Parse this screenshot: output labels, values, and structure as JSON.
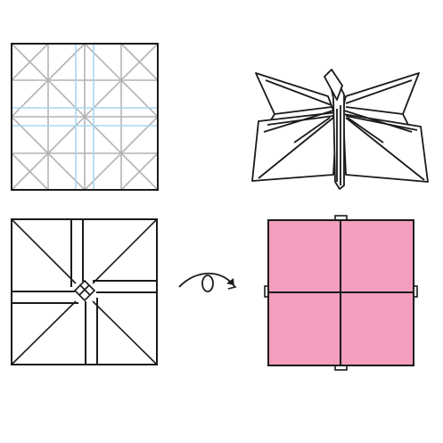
{
  "diagram": {
    "steps": [
      {
        "id": "crease-pattern"
      },
      {
        "id": "collapsed-model"
      },
      {
        "id": "pinwheel-front"
      },
      {
        "id": "finished-back"
      }
    ],
    "action": {
      "id": "turn-over",
      "symbol": "turn-over-icon"
    },
    "colors": {
      "line": "#1a1a1a",
      "crease_gray": "#b4b4b4",
      "crease_blue": "#a9d6ee",
      "paper_pink": "#f39ebf",
      "background": "#ffffff"
    }
  }
}
